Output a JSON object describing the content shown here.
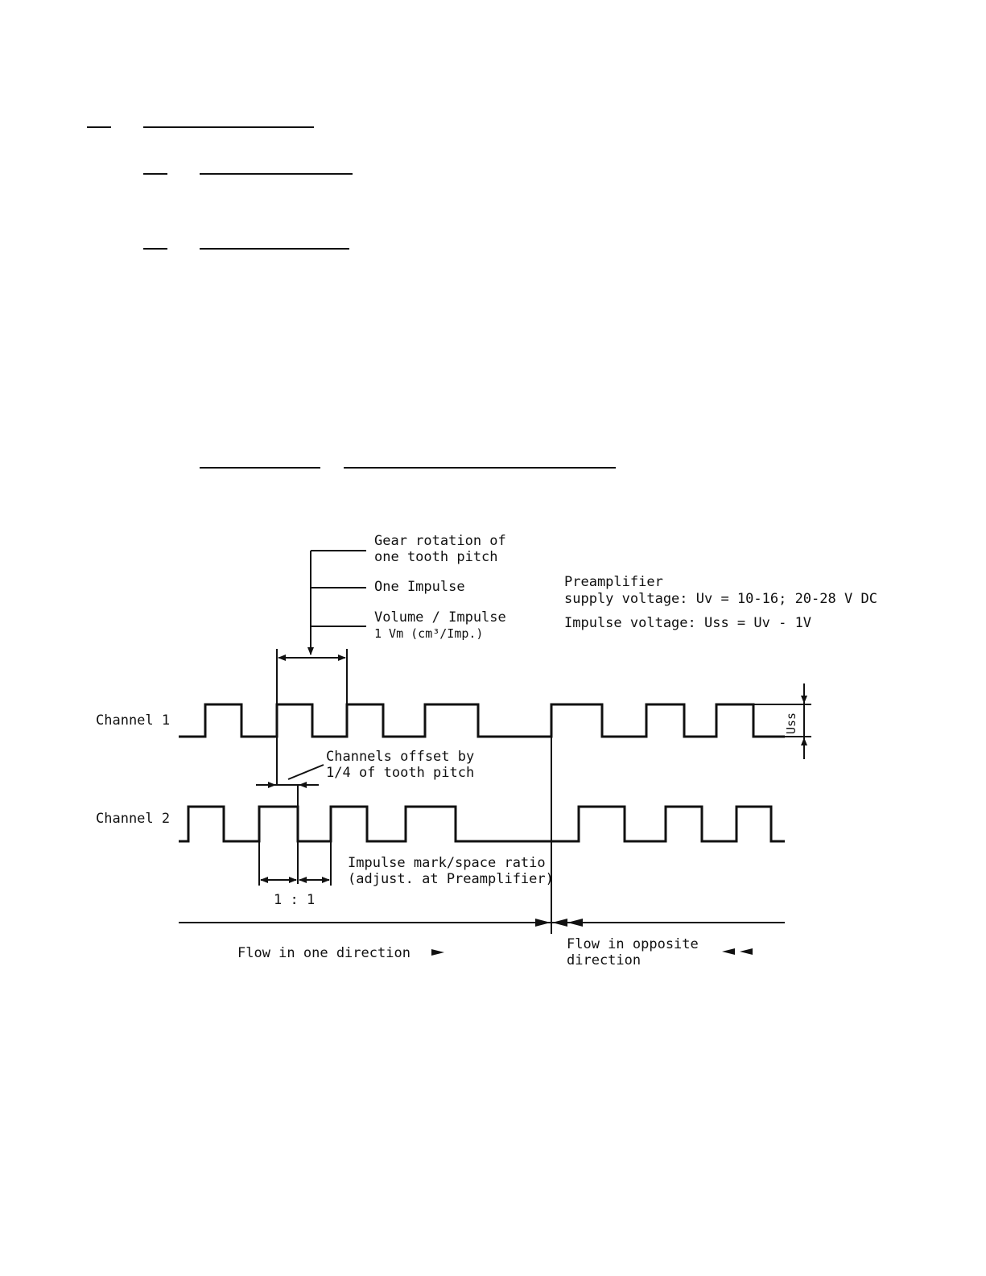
{
  "diagram": {
    "callouts": {
      "gear_rotation_1": "Gear rotation of",
      "gear_rotation_2": "one tooth pitch",
      "one_impulse": "One Impulse",
      "volume_1": "Volume / Impulse",
      "volume_2": "1 Vm (cm³/Imp.)"
    },
    "preamplifier": {
      "line1": "Preamplifier",
      "line2": "supply voltage:  Uv = 10-16; 20-28 V DC",
      "line3": "Impulse voltage: Uss = Uv - 1V"
    },
    "channel1_label": "Channel 1",
    "channel2_label": "Channel 2",
    "uss_label": "Uss",
    "offset_1": "Channels offset by",
    "offset_2": "1/4 of tooth pitch",
    "ratio_1": "Impulse mark/space ratio",
    "ratio_2": "(adjust. at Preamplifier)",
    "ratio_value": "1 : 1",
    "flow_forward": "Flow in  one direction",
    "flow_reverse_1": "Flow in opposite",
    "flow_reverse_2": "direction"
  }
}
